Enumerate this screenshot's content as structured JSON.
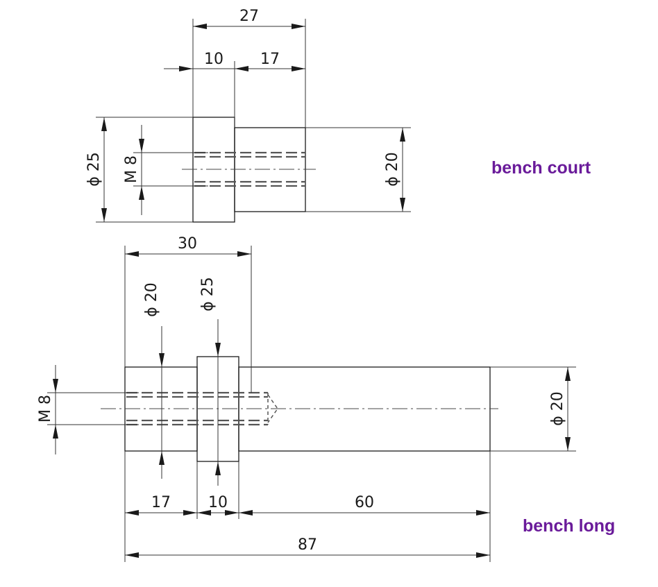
{
  "labels": {
    "bench_court": "bench court",
    "bench_long": "bench long"
  },
  "court": {
    "dim_total": "27",
    "dim_flange": "10",
    "dim_shaft": "17",
    "dia_flange": "ϕ 25",
    "thread": "M 8",
    "dia_shaft": "ϕ 20"
  },
  "long": {
    "dim_30": "30",
    "dia_20_top": "ϕ 20",
    "dia_25_top": "ϕ 25",
    "thread": "M 8",
    "dia_20_right": "ϕ 20",
    "dim_17": "17",
    "dim_10": "10",
    "dim_60": "60",
    "dim_87": "87"
  },
  "colors": {
    "label": "#6a1b9a",
    "line": "#1a1a1a"
  }
}
